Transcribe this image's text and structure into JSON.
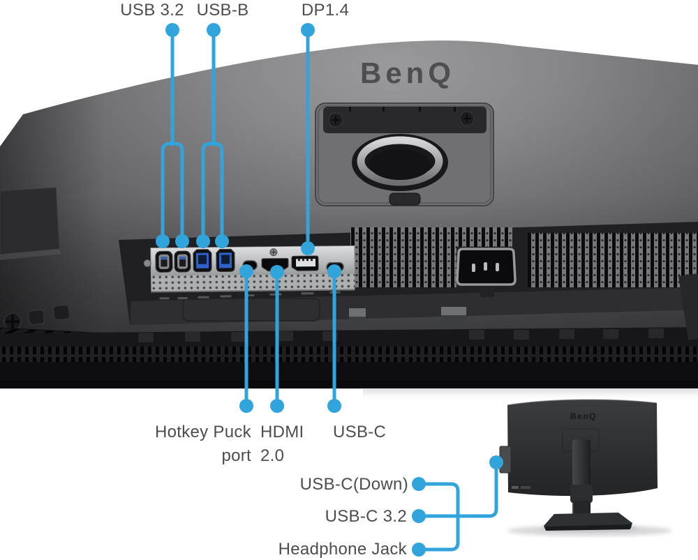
{
  "colors": {
    "accent": "#31a5db",
    "label_text": "#4d4d4d",
    "background": "#ffffff"
  },
  "branding": {
    "logo": "BenQ"
  },
  "main_diagram": {
    "top_callouts": [
      {
        "label": "USB 3.2"
      },
      {
        "label": "USB-B"
      },
      {
        "label": "DP1.4"
      }
    ],
    "bottom_callouts": [
      {
        "label": "Hotkey Puck",
        "label_line2": "port"
      },
      {
        "label": "HDMI",
        "label_line2": "2.0"
      },
      {
        "label": "USB-C"
      }
    ]
  },
  "side_view_callouts": [
    {
      "label": "USB-C(Down)"
    },
    {
      "label": "USB-C 3.2"
    },
    {
      "label": "Headphone Jack"
    }
  ],
  "ports": [
    "usb-a-3.2",
    "usb-a-3.2",
    "usb-b",
    "usb-b",
    "hotkey-puck-micro-usb",
    "hdmi-2.0",
    "displayport-1.4",
    "usb-c",
    "ac-power-inlet",
    "headphone-jack"
  ]
}
